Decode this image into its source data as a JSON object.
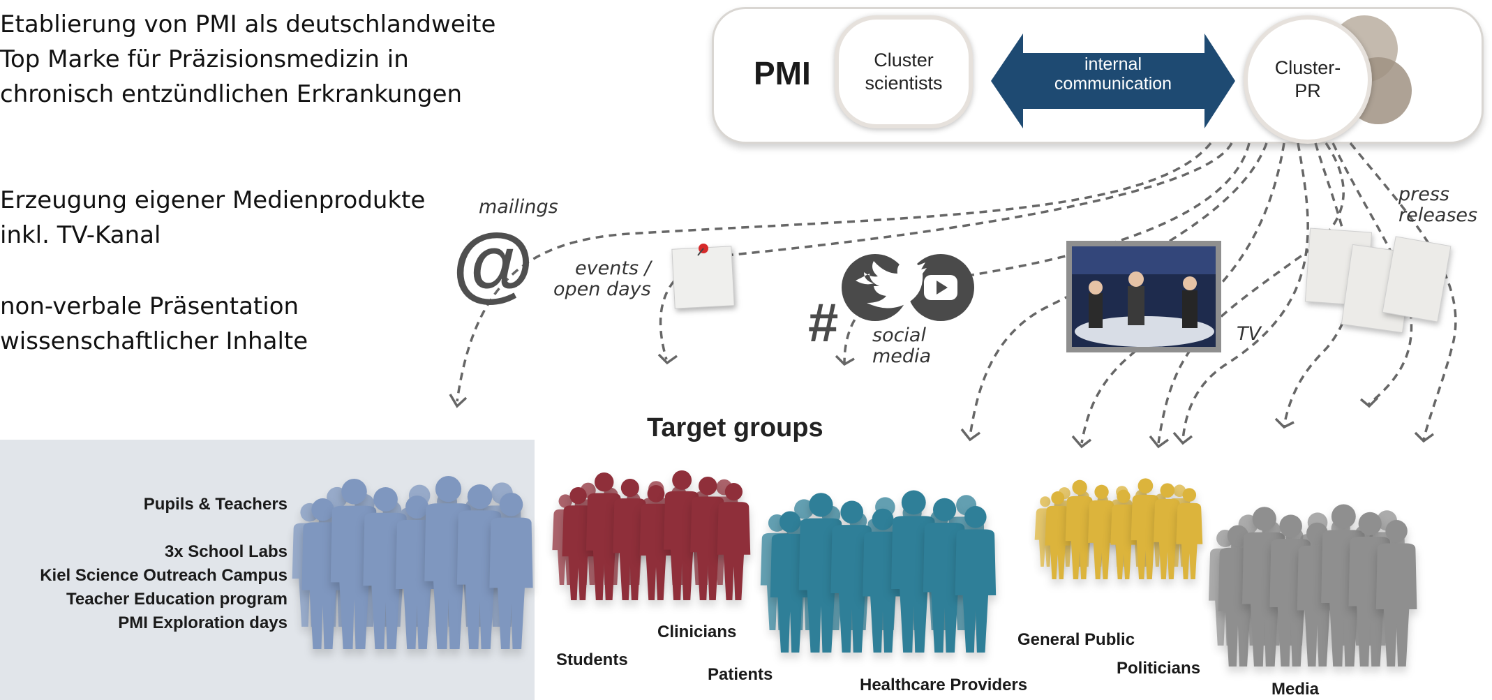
{
  "intro": {
    "line1": "Etablierung von PMI als deutschlandweite\nTop Marke für Präzisionsmedizin in\nchronisch entzündlichen Erkrankungen",
    "line2": "Erzeugung eigener Medienprodukte\ninkl. TV-Kanal",
    "line3": "non-verbale Präsentation\nwissenschaftlicher Inhalte"
  },
  "pmi": {
    "label": "PMI",
    "cluster_scientists": "Cluster\nscientists",
    "internal_communication": "internal\ncommunication",
    "cluster_pr": "Cluster-\nPR"
  },
  "channels": {
    "mailings": "mailings",
    "events": "events /\nopen days",
    "social_media": "social\n    media",
    "tv": "TV",
    "press_releases": "press\n   releases",
    "hashtag": "#",
    "at": "@"
  },
  "target": {
    "title": "Target groups",
    "pupils_title": "Pupils & Teachers",
    "pupils_items": [
      "3x School Labs",
      "Kiel Science Outreach Campus",
      "Teacher Education program",
      "PMI Exploration days"
    ],
    "students": "Students",
    "clinicians": "Clinicians",
    "patients": "Patients",
    "healthcare": "Healthcare Providers",
    "general_public": "General Public",
    "politicians": "Politicians",
    "media": "Media"
  },
  "colors": {
    "pupils": "#7f97bf",
    "clinicians": "#8f2f3a",
    "healthcare": "#2f7f98",
    "public": "#dcb43c",
    "media": "#8f8f8f",
    "arrow": "#1e4a72"
  }
}
